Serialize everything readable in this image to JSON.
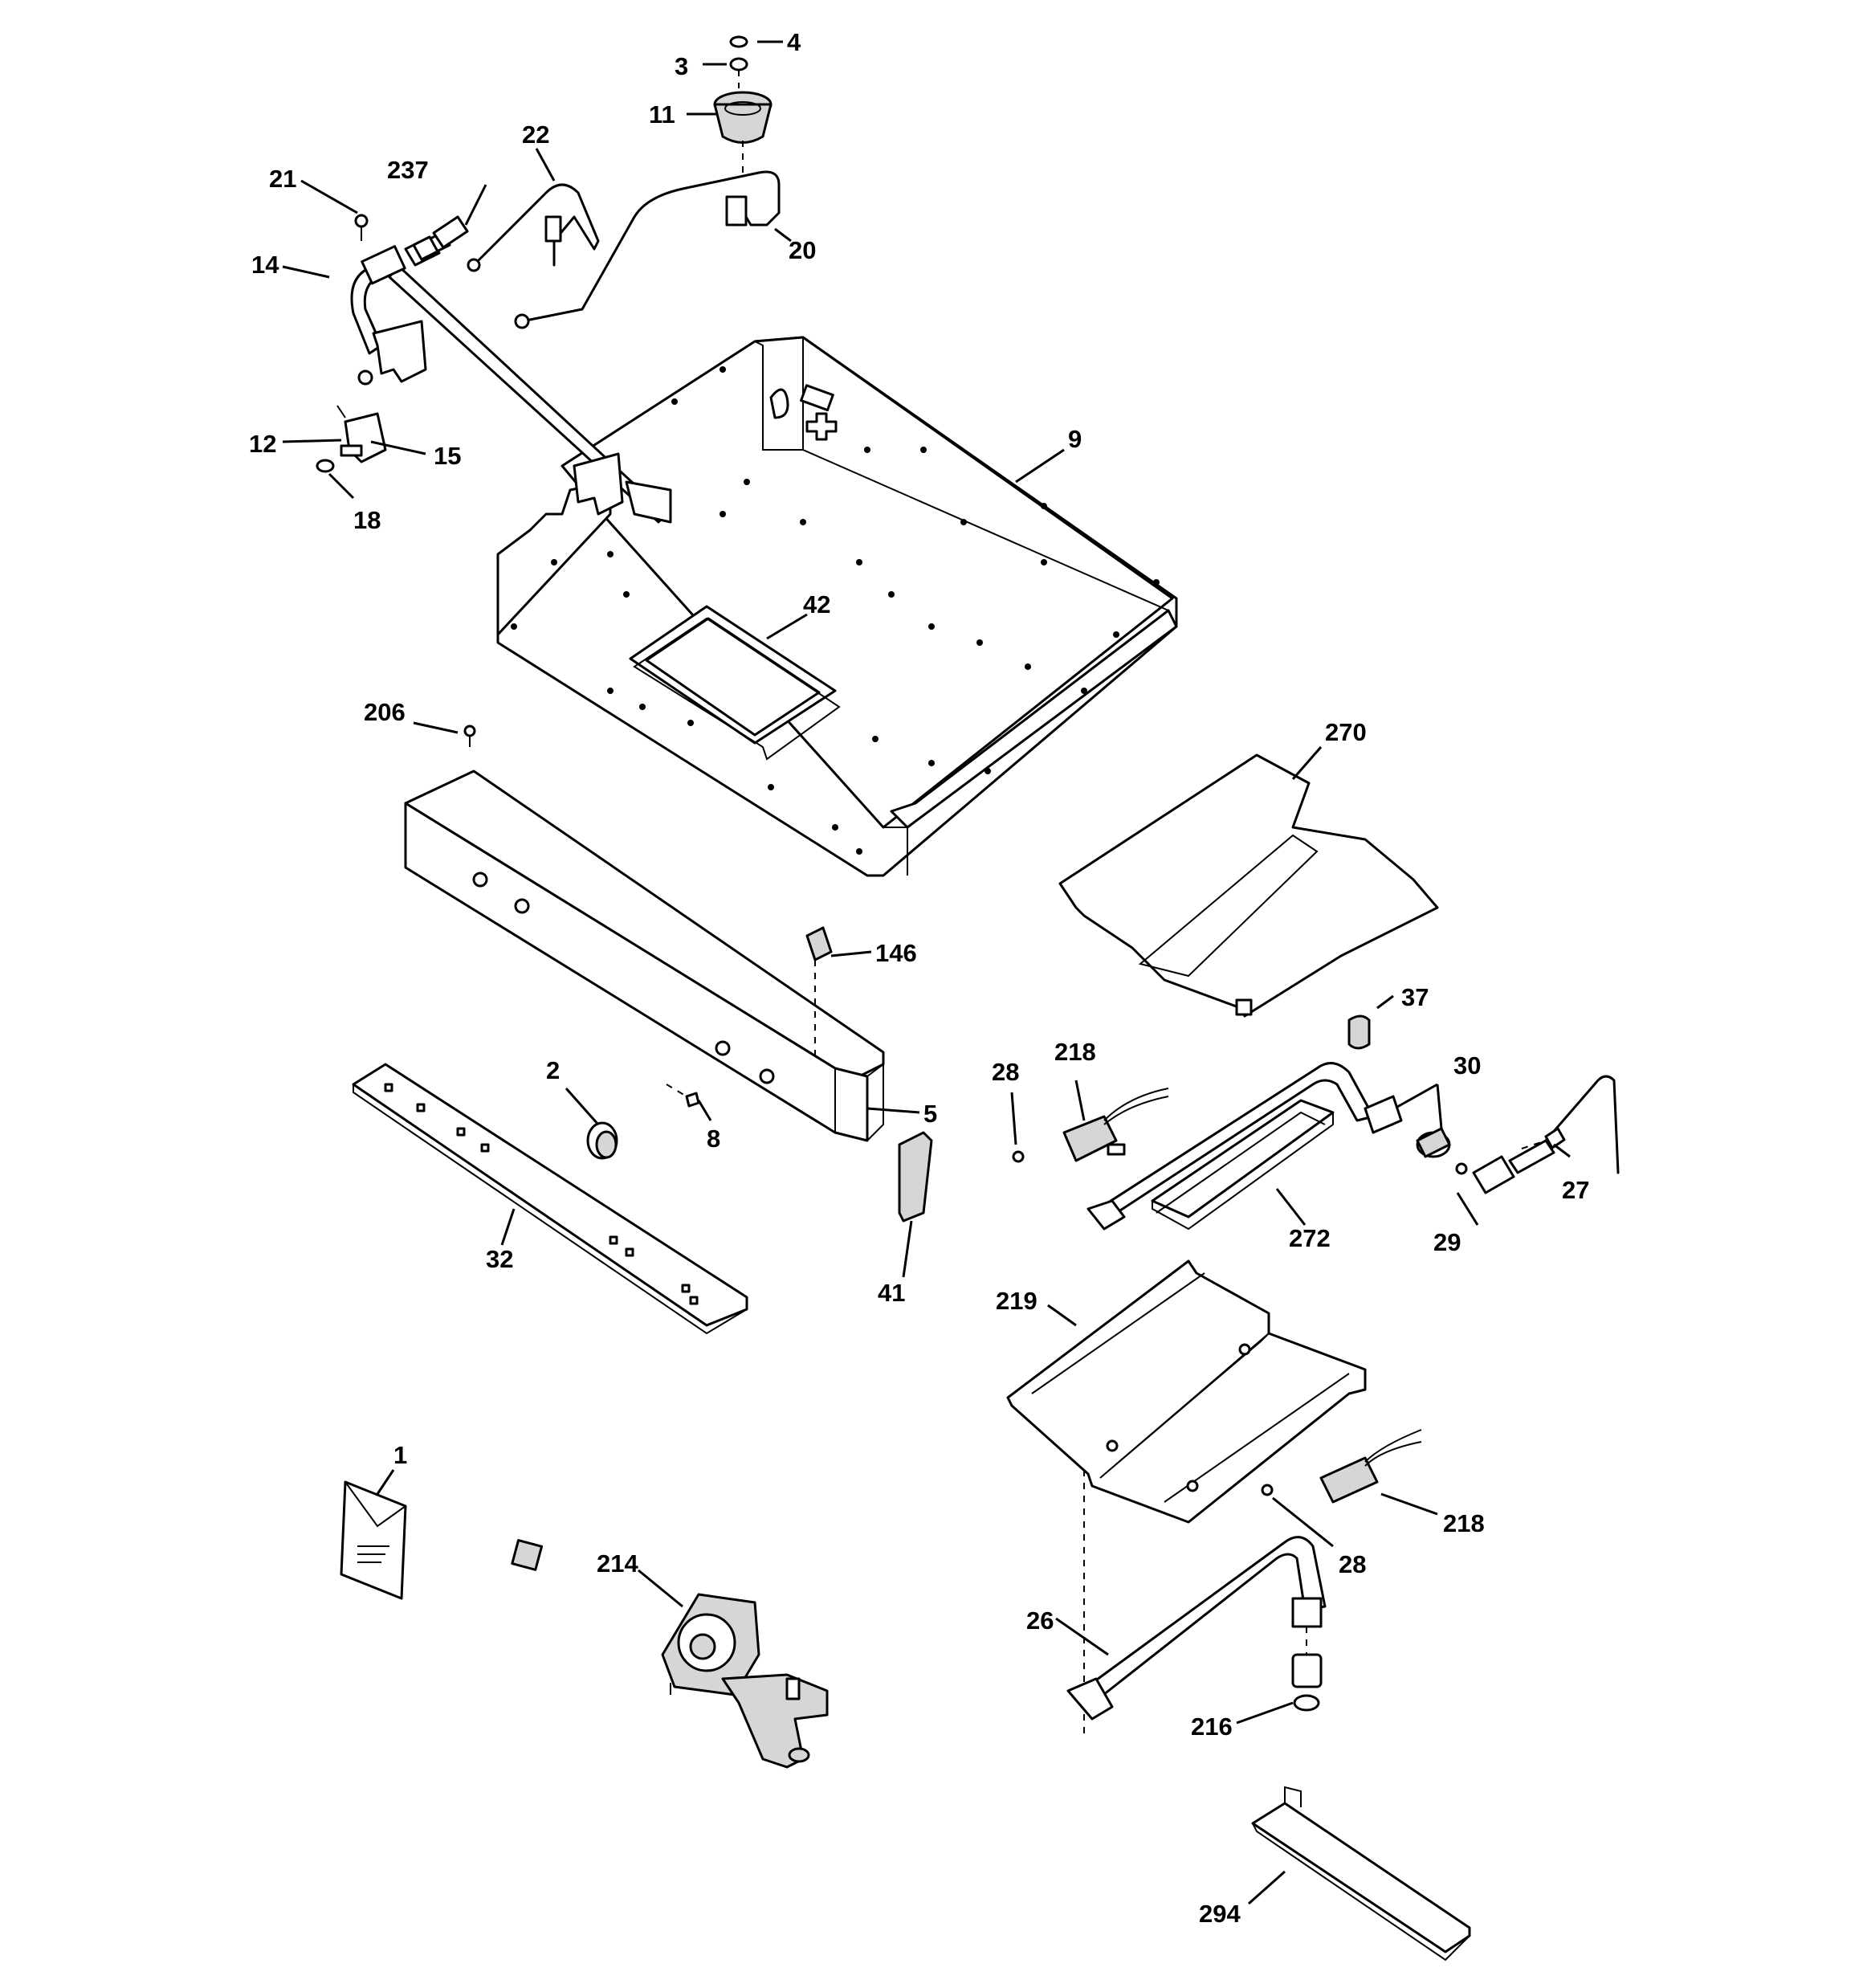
{
  "labels": {
    "p1": "1",
    "p2": "2",
    "p3": "3",
    "p4": "4",
    "p5": "5",
    "p8": "8",
    "p9": "9",
    "p11": "11",
    "p12": "12",
    "p14": "14",
    "p15": "15",
    "p18": "18",
    "p20": "20",
    "p21": "21",
    "p22": "22",
    "p26": "26",
    "p27": "27",
    "p28a": "28",
    "p28b": "28",
    "p29": "29",
    "p30": "30",
    "p32": "32",
    "p37": "37",
    "p41": "41",
    "p42": "42",
    "p146": "146",
    "p206": "206",
    "p214": "214",
    "p216": "216",
    "p218a": "218",
    "p218b": "218",
    "p219": "219",
    "p237": "237",
    "p270": "270",
    "p272": "272",
    "p294": "294"
  }
}
